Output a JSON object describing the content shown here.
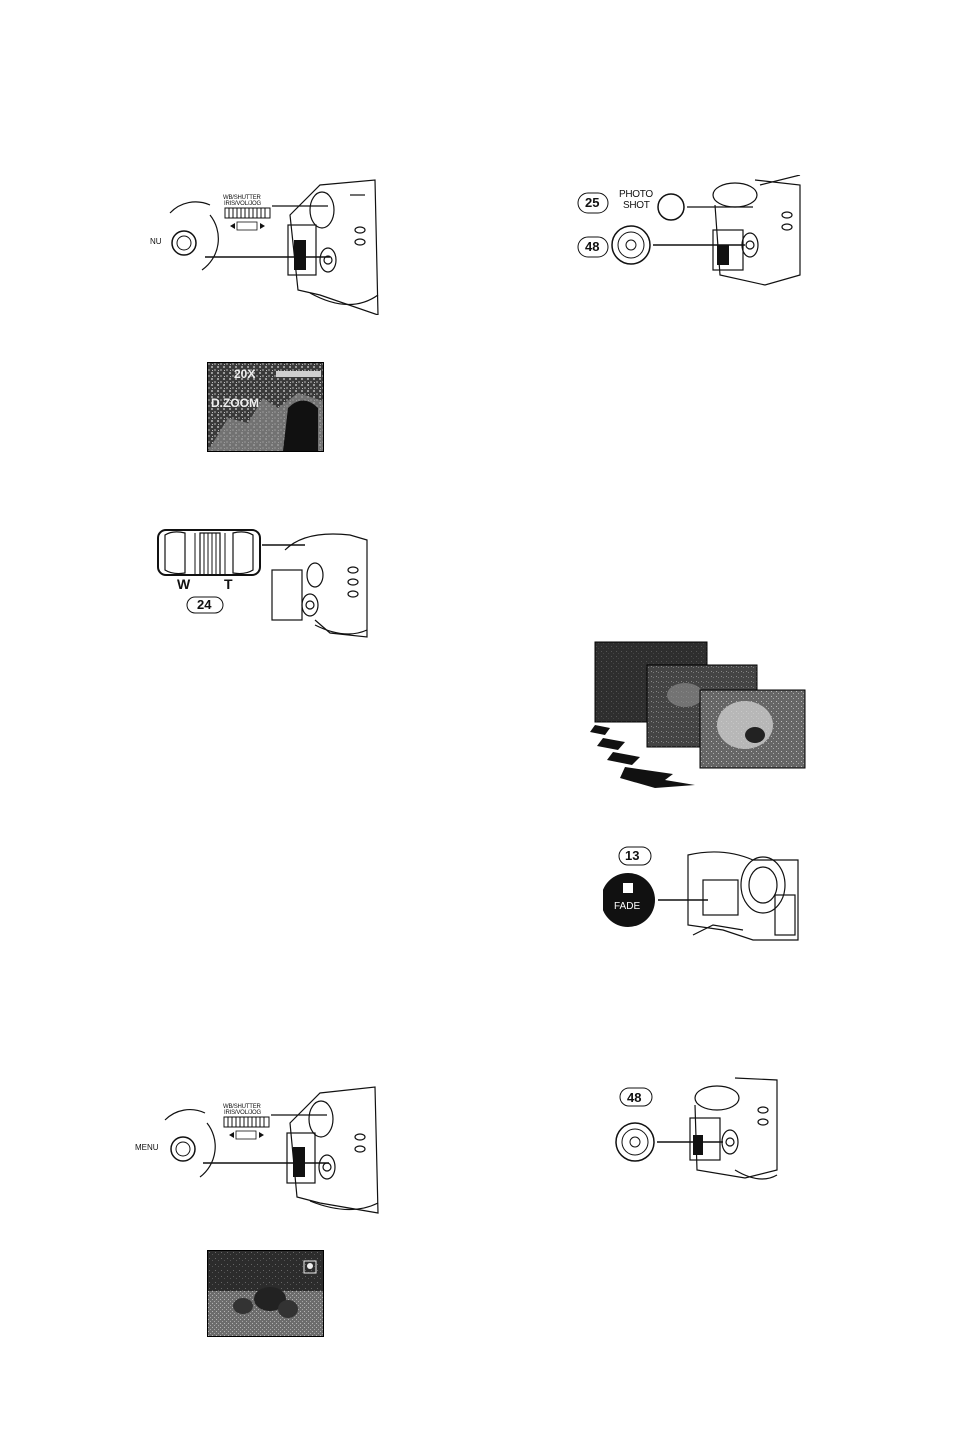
{
  "fig_menu_top": {
    "menu_label": "NU",
    "dial_label_1": "WB/SHUTTER",
    "dial_label_2": "IRIS/VOL/JOG"
  },
  "fig_photoshot": {
    "ref_25": "25",
    "ref_48": "48",
    "photo_label_1": "PHOTO",
    "photo_label_2": "SHOT"
  },
  "fig_screen_zoom": {
    "zoom_ratio": "20X",
    "zoom_mode": "D.ZOOM"
  },
  "fig_zoom_lever": {
    "w_label": "W",
    "t_label": "T",
    "ref_24": "24"
  },
  "fig_fade": {
    "ref_13": "13",
    "fade_label": "FADE"
  },
  "fig_menu_bottom": {
    "menu_label": "MENU",
    "dial_label_1": "WB/SHUTTER",
    "dial_label_2": "IRIS/VOL/JOG"
  },
  "fig_record_bottom": {
    "ref_48": "48"
  }
}
